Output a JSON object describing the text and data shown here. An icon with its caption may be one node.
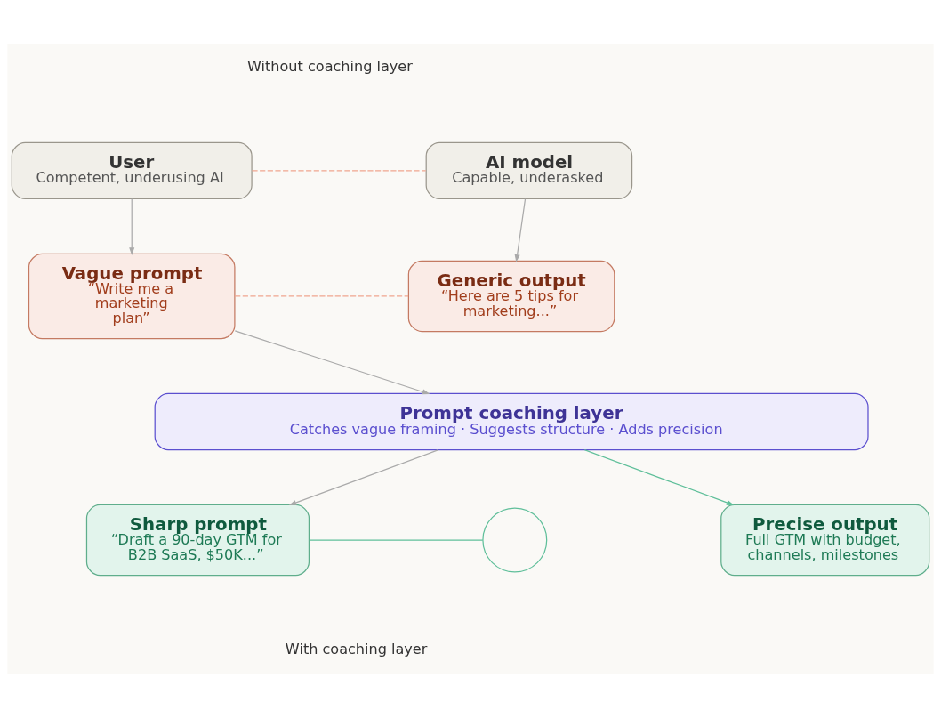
{
  "diagram": {
    "nodes": [
      {
        "text": [
          "User",
          "Competent, underusing AI"
        ]
      },
      {
        "text": [
          "AI model",
          "Capable, underasked"
        ]
      },
      {
        "text": [
          "Vague prompt",
          "“Write me a marketing plan”"
        ]
      },
      {
        "text": [
          "Generic output",
          "“Here are 5 tips for marketing...”"
        ]
      },
      {
        "text": [
          "Prompt coaching layer",
          "Catches vague framing · Suggests structure · Adds precision"
        ]
      },
      {
        "text": [
          "Sharp prompt",
          "“Draft a 90-day GTM for B2B SaaS, $50K...”"
        ]
      },
      {
        "text": [],
        "shape": "circle"
      },
      {
        "text": [
          "Precise output",
          "Full GTM with budget, channels, milestones"
        ]
      }
    ],
    "edges": [
      {
        "from": 0,
        "to": 1,
        "arrow": "none",
        "style": "dashed",
        "color": "#f0a58f"
      },
      {
        "from": 0,
        "to": 2,
        "arrow": "to"
      },
      {
        "from": 1,
        "to": 3,
        "arrow": "to"
      },
      {
        "from": 2,
        "to": 3,
        "arrow": "none",
        "style": "dashed",
        "color": "#f0a58f"
      },
      {
        "from": 2,
        "to": 4,
        "arrow": "to"
      },
      {
        "from": 4,
        "to": 5,
        "arrow": "to"
      },
      {
        "from": 4,
        "to": 7,
        "arrow": "to",
        "color": "#5fbf9a"
      },
      {
        "from": 5,
        "to": 6,
        "arrow": "none",
        "color": "#5fbf9a"
      }
    ],
    "labels": [
      "Without coaching layer",
      "With coaching layer"
    ]
  }
}
